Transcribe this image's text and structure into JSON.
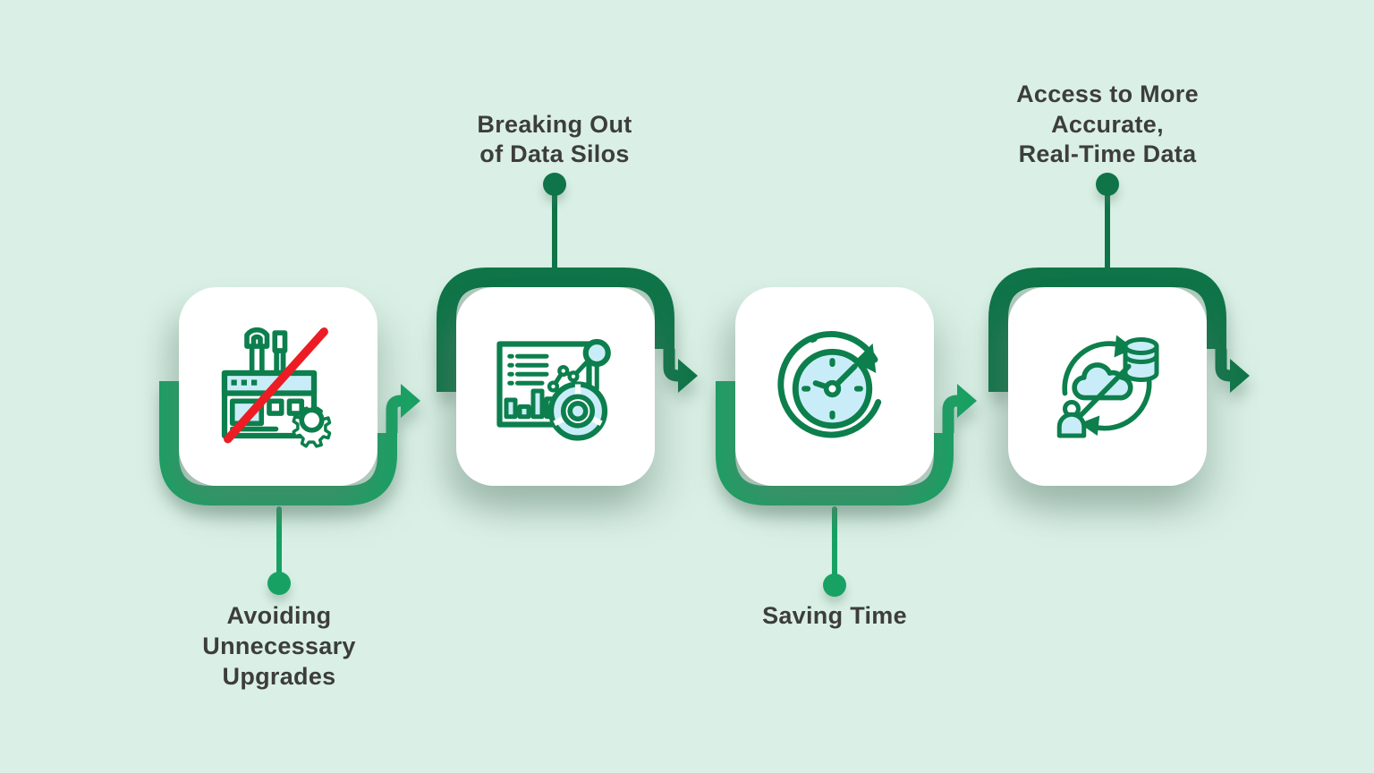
{
  "infographic": {
    "items": [
      {
        "id": "avoiding-unnecessary-upgrades",
        "label_lines": {
          "0": "Avoiding",
          "1": "Unnecessary",
          "2": "Upgrades"
        },
        "label_position": "below",
        "icon": "blocked-tools-icon",
        "theme_color": "#17a263"
      },
      {
        "id": "breaking-out-of-data-silos",
        "label_lines": {
          "0": "Breaking Out",
          "1": "of Data Silos"
        },
        "label_position": "above",
        "icon": "analytics-dashboard-icon",
        "theme_color": "#0f7448"
      },
      {
        "id": "saving-time",
        "label_lines": {
          "0": "Saving Time"
        },
        "label_position": "below",
        "icon": "clock-refresh-icon",
        "theme_color": "#17a263"
      },
      {
        "id": "access-to-real-time-data",
        "label_lines": {
          "0": "Access to More",
          "1": "Accurate,",
          "2": "Real-Time Data"
        },
        "label_position": "above",
        "icon": "data-sync-icon",
        "theme_color": "#0f7448"
      }
    ],
    "colors": {
      "background": "#daf0e6",
      "card": "#ffffff",
      "bracket_medium": "#17a263",
      "bracket_dark": "#0f7448",
      "text": "#3d3d3d",
      "icon_stroke": "#0c7f4d",
      "icon_fill": "#c9edf8",
      "slash_red": "#ed1c24"
    }
  }
}
